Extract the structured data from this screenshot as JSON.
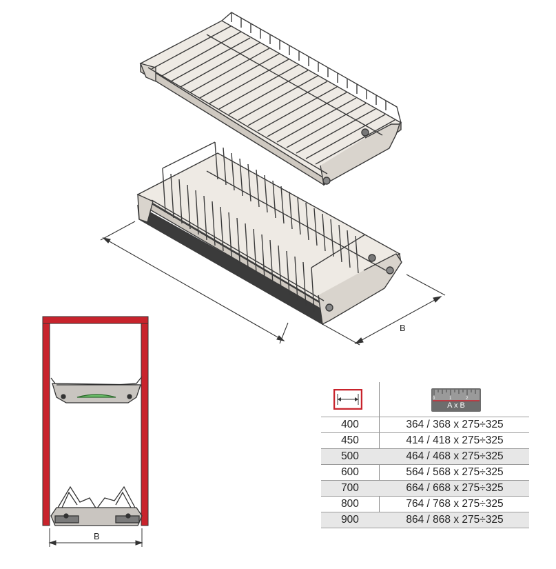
{
  "diagram": {
    "main_dimension_label": "B",
    "section_dimension_label": "B"
  },
  "table": {
    "header_icon_cabinet": "cabinet-width-icon",
    "header_icon_ruler": "ruler-icon",
    "ruler_caption": "A x B",
    "ruler_ticks": [
      "0",
      "1",
      "2"
    ],
    "rows": [
      {
        "cabinet": "400",
        "dims": "364 / 368 x 275÷325"
      },
      {
        "cabinet": "450",
        "dims": "414 / 418 x 275÷325"
      },
      {
        "cabinet": "500",
        "dims": "464 / 468 x 275÷325"
      },
      {
        "cabinet": "600",
        "dims": "564 / 568 x 275÷325"
      },
      {
        "cabinet": "700",
        "dims": "664 / 668 x 275÷325"
      },
      {
        "cabinet": "800",
        "dims": "764 / 768 x 275÷325"
      },
      {
        "cabinet": "900",
        "dims": "864 / 868 x 275÷325"
      }
    ]
  },
  "colors": {
    "cabinet_red": "#c8232c",
    "line_grey": "#555555",
    "rack_fill": "#d8d4cf"
  }
}
